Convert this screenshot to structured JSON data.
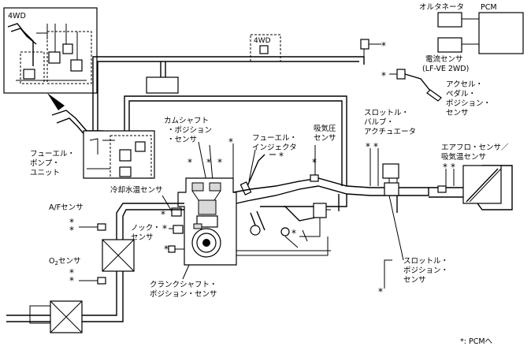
{
  "labels": {
    "inset_4wd": "4WD",
    "box_4wd": "4WD",
    "alternator": "オルタネータ",
    "pcm": "PCM",
    "current_sensor_1": "電流センサ",
    "current_sensor_2": "(LF-VE 2WD)",
    "accel_1": "アクセル・",
    "accel_2": "ペダル・",
    "accel_3": "ポジション・",
    "accel_4": "センサ",
    "cam_1": "カムシャフト",
    "cam_2": "・ポジション",
    "cam_3": "・センサ",
    "injector_1": "フューエル・",
    "injector_2": "インジェクタ",
    "map_1": "吸気圧",
    "map_2": "センサ",
    "throttle_act_1": "スロットル・",
    "throttle_act_2": "バルブ・",
    "throttle_act_3": "アクチュエータ",
    "airflow_1": "エアフロ・センサ／",
    "airflow_2": "吸気温センサ",
    "pump_1": "フューエル・",
    "pump_2": "ポンプ・",
    "pump_3": "ユニット",
    "coolant": "冷却水温センサ",
    "af_sensor": "A/Fセンサ",
    "knock_1": "ノック・",
    "knock_2": "センサ",
    "o2_main": "O",
    "o2_sub": "2",
    "o2_rest": "センサ",
    "tps_1": "スロットル・",
    "tps_2": "ポジション・",
    "tps_3": "センサ",
    "crank_1": "クランクシャフト・",
    "crank_2": "ポジション・センサ",
    "legend": "*: PCMへ"
  },
  "markers": {
    "asterisk": "*"
  }
}
